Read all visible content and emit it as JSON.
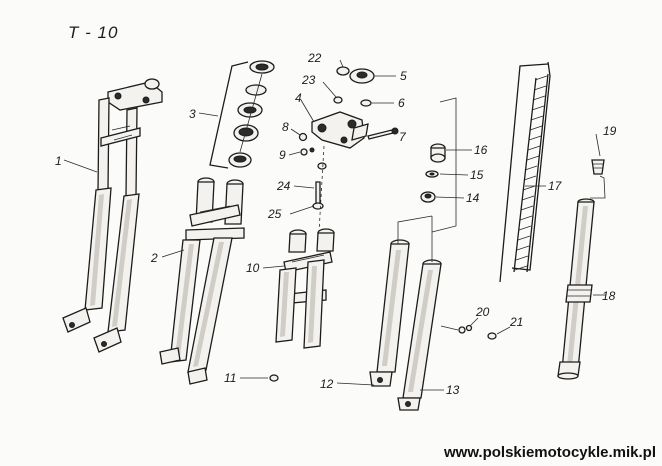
{
  "diagram": {
    "title": "T - 10",
    "website": "www.polskiemotocykle.mik.pl",
    "part_numbers": [
      "1",
      "2",
      "3",
      "4",
      "5",
      "6",
      "7",
      "8",
      "9",
      "10",
      "11",
      "12",
      "13",
      "14",
      "15",
      "16",
      "17",
      "18",
      "19",
      "20",
      "21",
      "22",
      "23",
      "24",
      "25"
    ]
  }
}
